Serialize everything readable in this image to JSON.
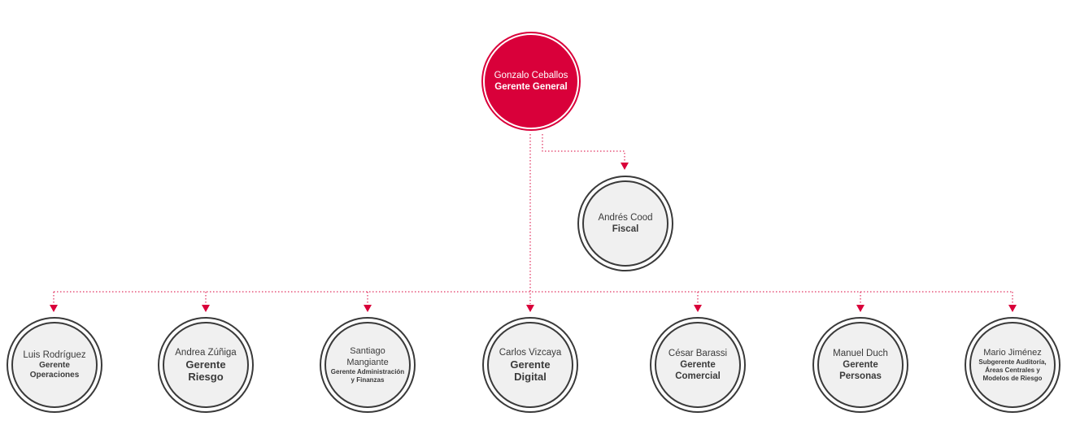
{
  "colors": {
    "accent": "#d9003a",
    "node_fill": "#f0f0f0",
    "node_ring": "#3a3a3a",
    "text": "#3a3a3a",
    "white": "#ffffff"
  },
  "root": {
    "name": "Gonzalo Ceballos",
    "role": "Gerente General"
  },
  "advisor": {
    "name": "Andrés Cood",
    "role": "Fiscal"
  },
  "managers": [
    {
      "name": "Luis Rodríguez",
      "role": "Gerente Operaciones"
    },
    {
      "name": "Andrea Zúñiga",
      "role": "Gerente Riesgo"
    },
    {
      "name": "Santiago Mangiante",
      "role": "Gerente Administración y Finanzas"
    },
    {
      "name": "Carlos Vizcaya",
      "role": "Gerente Digital"
    },
    {
      "name": "César Barassi",
      "role": "Gerente Comercial"
    },
    {
      "name": "Manuel Duch",
      "role": "Gerente Personas"
    },
    {
      "name": "Mario Jiménez",
      "role": "Subgerente Auditoría, Áreas Centrales y Modelos de Riesgo"
    }
  ]
}
